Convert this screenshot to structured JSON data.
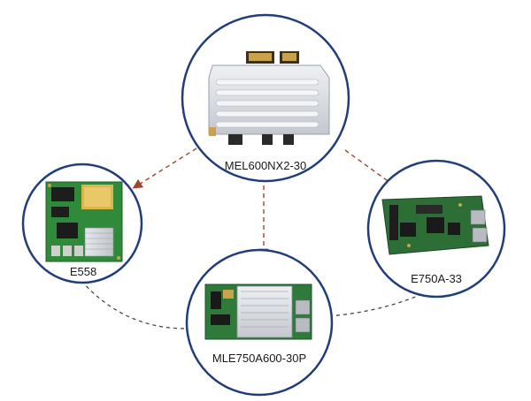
{
  "nodes": {
    "center": {
      "label": "MEL600NX2-30",
      "image": "heatsink-module-photo"
    },
    "left": {
      "label": "E558",
      "image": "green-pcb-board-photo"
    },
    "right": {
      "label": "E750A-33",
      "image": "dark-green-pcb-board-photo"
    },
    "bottom": {
      "label": "MLE750A600-30P",
      "image": "pcb-with-heatsink-photo"
    }
  },
  "colors": {
    "circle_stroke": "#1f3e7a",
    "arrow": "#a0462e",
    "dashed_connector": "#3a3a3a",
    "pcb_green": "#2f8a3a",
    "heatsink_silver": "#d6d8dc"
  }
}
